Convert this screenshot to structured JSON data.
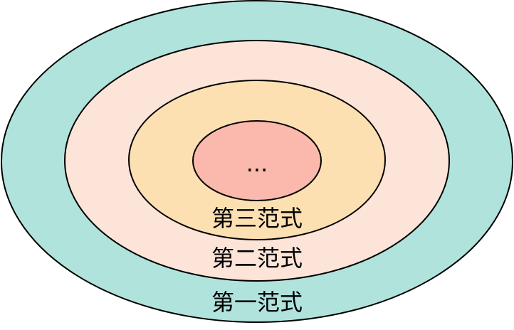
{
  "diagram": {
    "rings": [
      {
        "id": "outer",
        "label": "第一范式",
        "fill": "#b0e3dc"
      },
      {
        "id": "second",
        "label": "第二范式",
        "fill": "#fde4d8"
      },
      {
        "id": "third",
        "label": "第三范式",
        "fill": "#fde0b2"
      },
      {
        "id": "center",
        "label": "...",
        "fill": "#fbb8ad"
      }
    ],
    "stroke": "#000000"
  }
}
